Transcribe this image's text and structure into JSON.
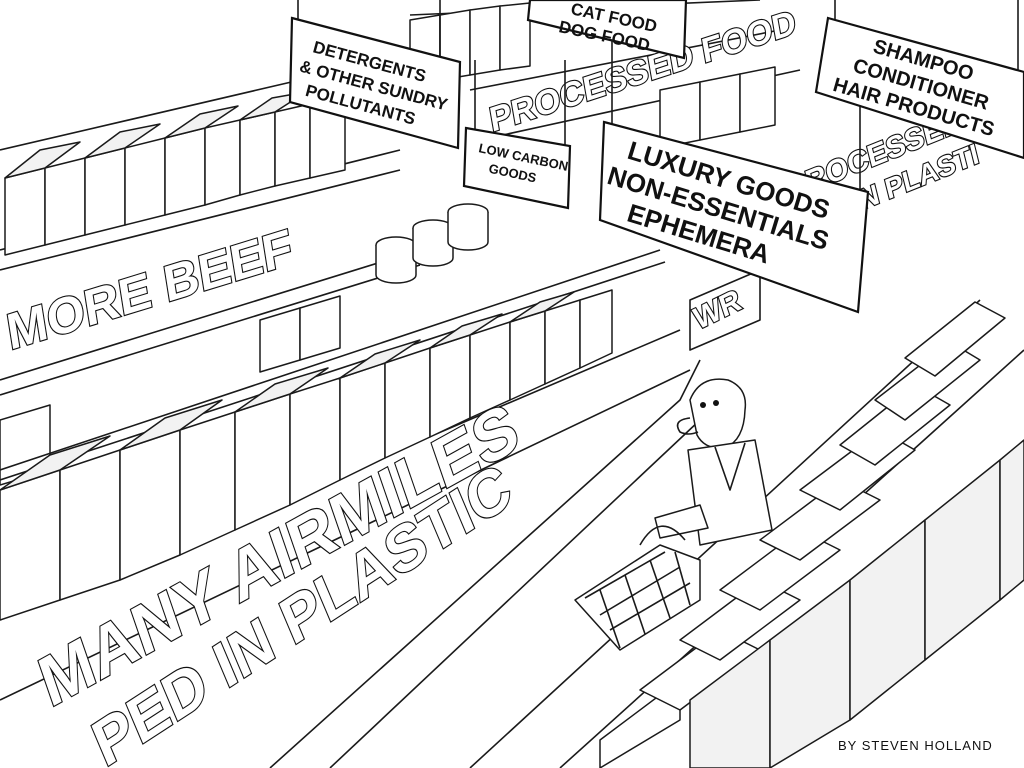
{
  "signs": {
    "detergents": [
      "DETERGENTS",
      "& OTHER SUNDRY",
      "POLLUTANTS"
    ],
    "pet_food": [
      "CAT FOOD",
      "DOG FOOD"
    ],
    "low_carbon": [
      "LOW CARBON",
      "GOODS"
    ],
    "luxury": [
      "LUXURY GOODS",
      "NON-ESSENTIALS",
      "EPHEMERA"
    ],
    "shampoo": [
      "SHAMPOO",
      "CONDITIONER",
      "HAIR PRODUCTS"
    ]
  },
  "shelf_labels": {
    "more_beef": "MORE BEEF",
    "airmiles": "MANY AIRMILES",
    "plastic": "PED IN PLASTIC",
    "processed_back": "PROCESSED FOOD",
    "processed_right": "PROCESSED",
    "plastic_right": "N PLASTI",
    "wr": "WR"
  },
  "credit": "BY STEVEN HOLLAND"
}
